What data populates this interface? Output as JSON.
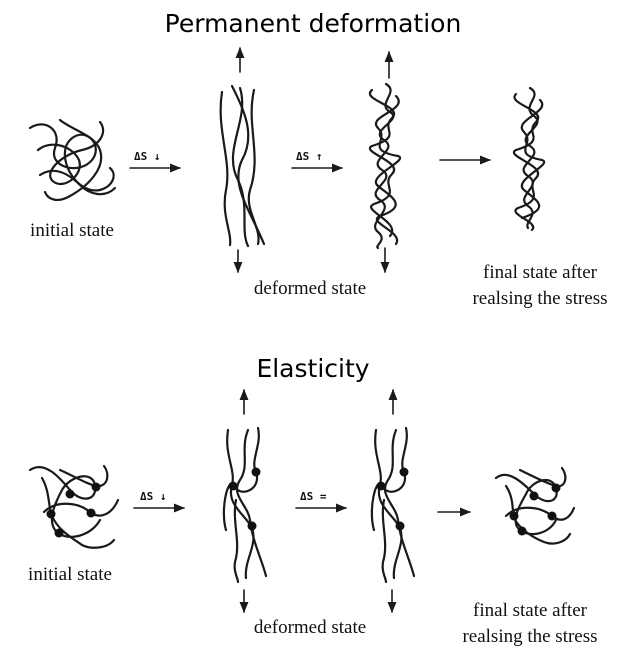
{
  "permanent": {
    "title": "Permanent deformation",
    "initial_label": "initial state",
    "stretch_arrow_label": "ΔS ↓",
    "relax_arrow_label": "ΔS ↑",
    "deformed_label": "deformed state",
    "final_label_line1": "final state after",
    "final_label_line2": "realsing the stress"
  },
  "elasticity": {
    "title": "Elasticity",
    "initial_label": "initial state",
    "stretch_arrow_label": "ΔS ↓",
    "hold_arrow_label": "ΔS =",
    "deformed_label": "deformed state",
    "final_label_line1": "final state after",
    "final_label_line2": "realsing the stress"
  },
  "colors": {
    "ink": "#1a1a1a",
    "background": "#ffffff"
  }
}
